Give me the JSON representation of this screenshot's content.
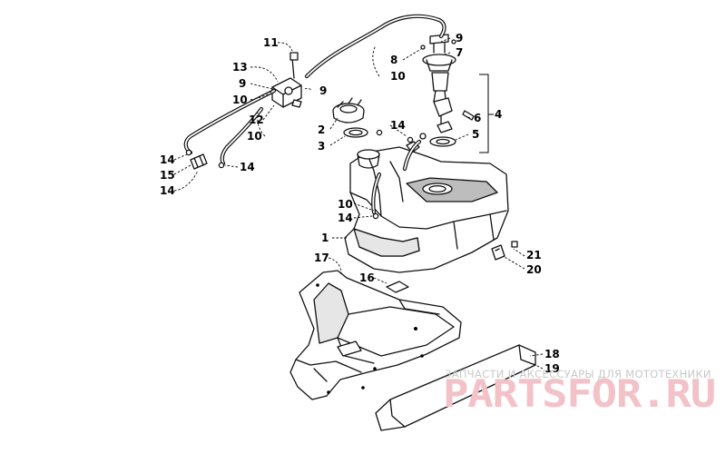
{
  "callouts": [
    {
      "id": "c11a",
      "label": "11"
    },
    {
      "id": "c13",
      "label": "13"
    },
    {
      "id": "c9a",
      "label": "9"
    },
    {
      "id": "c10a",
      "label": "10"
    },
    {
      "id": "c9b",
      "label": "9"
    },
    {
      "id": "c12",
      "label": "12"
    },
    {
      "id": "c10b",
      "label": "10"
    },
    {
      "id": "c14a",
      "label": "14"
    },
    {
      "id": "c15",
      "label": "15"
    },
    {
      "id": "c14b",
      "label": "14"
    },
    {
      "id": "c14c",
      "label": "14"
    },
    {
      "id": "c9c",
      "label": "9"
    },
    {
      "id": "c8",
      "label": "8"
    },
    {
      "id": "c7",
      "label": "7"
    },
    {
      "id": "c10c",
      "label": "10"
    },
    {
      "id": "c4",
      "label": "4"
    },
    {
      "id": "c6",
      "label": "6"
    },
    {
      "id": "c5",
      "label": "5"
    },
    {
      "id": "c2",
      "label": "2"
    },
    {
      "id": "c14d",
      "label": "14"
    },
    {
      "id": "c3",
      "label": "3"
    },
    {
      "id": "c10d",
      "label": "10"
    },
    {
      "id": "c14e",
      "label": "14"
    },
    {
      "id": "c1",
      "label": "1"
    },
    {
      "id": "c17",
      "label": "17"
    },
    {
      "id": "c16",
      "label": "16"
    },
    {
      "id": "c21",
      "label": "21"
    },
    {
      "id": "c20",
      "label": "20"
    },
    {
      "id": "c18",
      "label": "18"
    },
    {
      "id": "c19",
      "label": "19"
    }
  ],
  "watermark": {
    "tagline": "ЗАПЧАСТИ И АКСЕССУАРЫ ДЛЯ МОТОТЕХНИКИ",
    "brand": "PARTSFOR.RU"
  }
}
